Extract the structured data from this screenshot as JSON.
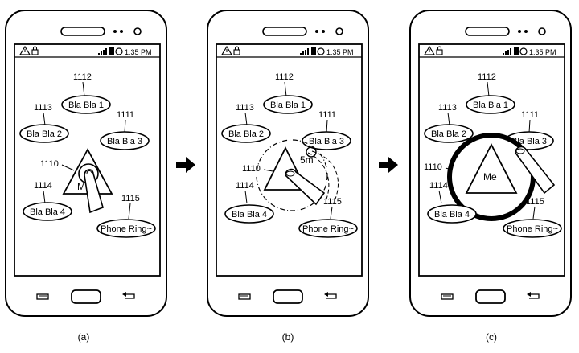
{
  "status_bar": {
    "time": "1:35 PM"
  },
  "items": {
    "bla1": {
      "ref": "1112",
      "label": "Bla Bla 1"
    },
    "bla2": {
      "ref": "1113",
      "label": "Bla Bla 2"
    },
    "bla3": {
      "ref": "1111",
      "label": "Bla Bla 3"
    },
    "bla4": {
      "ref": "1114",
      "label": "Bla Bla 4"
    },
    "me": {
      "ref": "1110",
      "label": "Me"
    },
    "phone": {
      "ref": "1115",
      "label": "Phone Ring~"
    }
  },
  "distance_label": "5m",
  "panels": [
    {
      "caption": "(a)"
    },
    {
      "caption": "(b)"
    },
    {
      "caption": "(c)"
    }
  ],
  "icons": [
    "warning-icon",
    "lock-icon",
    "signal-icon",
    "battery-icon",
    "alarm-icon",
    "menu-icon",
    "home-icon",
    "back-icon",
    "arrow-right-icon"
  ]
}
